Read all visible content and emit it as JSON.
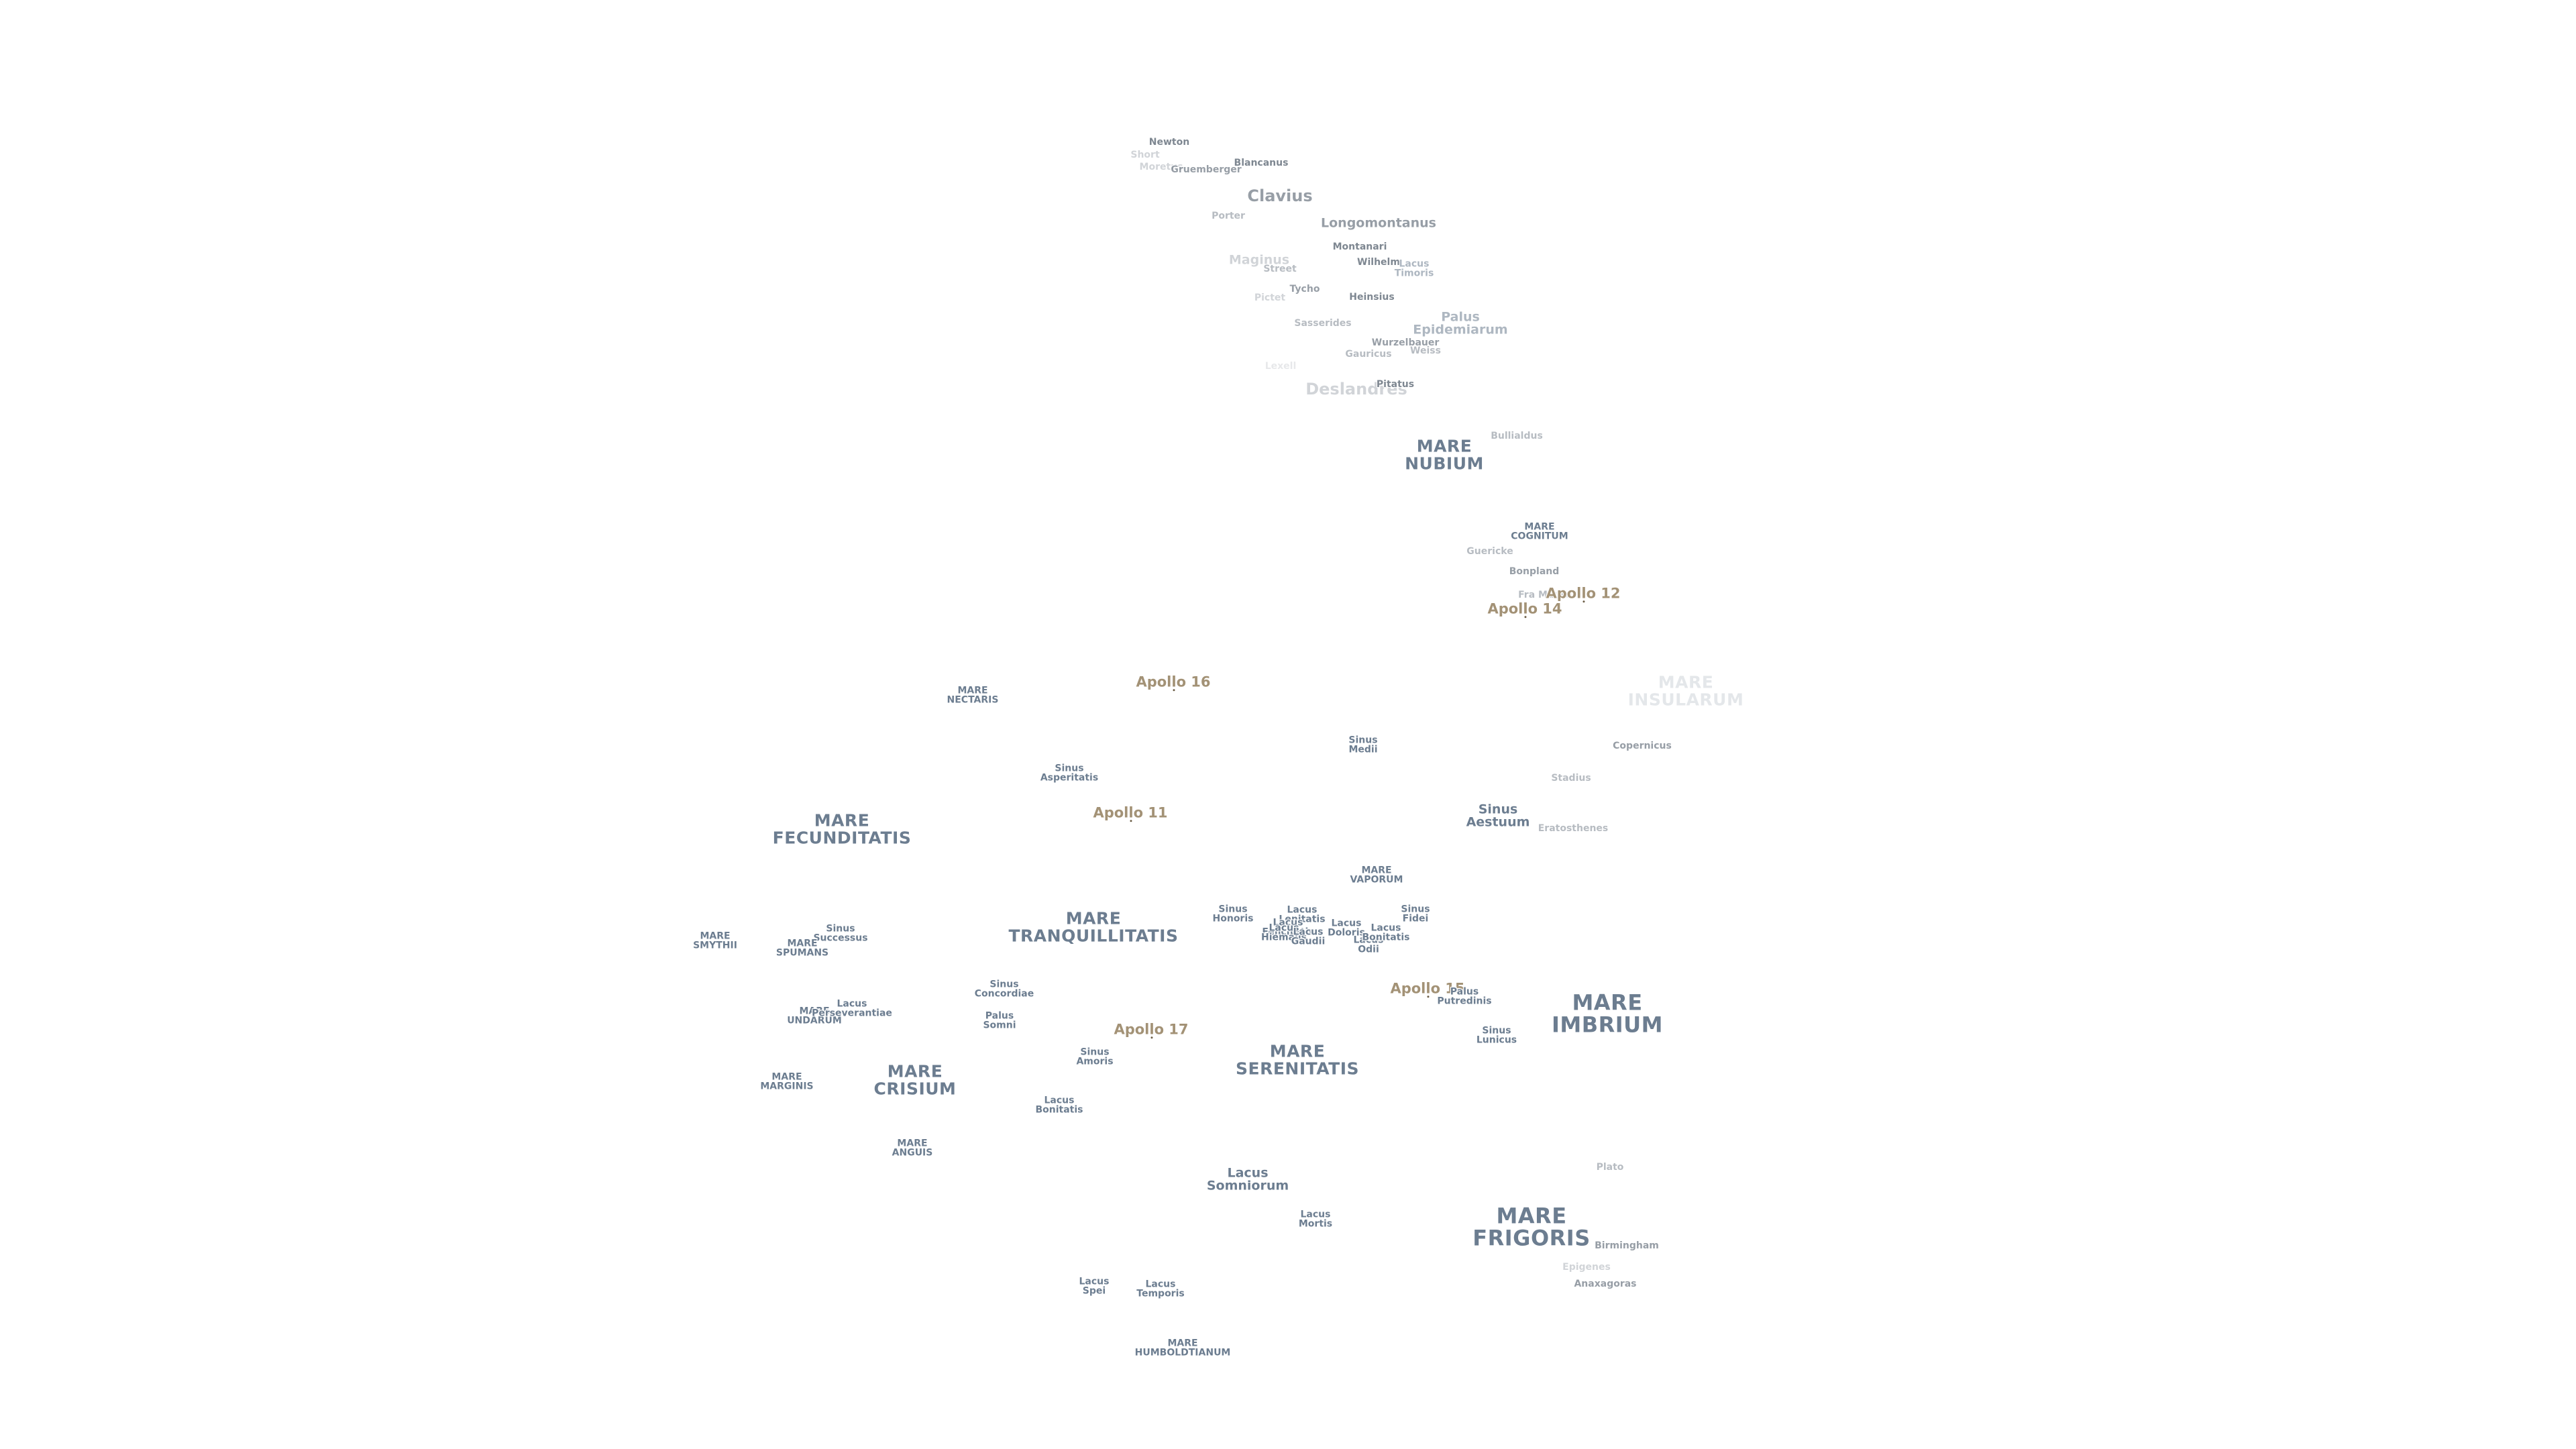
{
  "features": {
    "newton": "Newton",
    "short": "Short",
    "moretus": "Moretus",
    "gruemberger": "Gruemberger",
    "blancanus": "Blancanus",
    "clavius": "Clavius",
    "porter": "Porter",
    "longomontanus": "Longomontanus",
    "montanari": "Montanari",
    "wilhelm": "Wilhelm",
    "lacus_timoris": "Lacus\nTimoris",
    "maginus": "Maginus",
    "street": "Street",
    "tycho": "Tycho",
    "pictet": "Pictet",
    "heinsius": "Heinsius",
    "palus_epidemiarum": "Palus\nEpidemiarum",
    "sasserides": "Sasserides",
    "wurzelbauer": "Wurzelbauer",
    "weiss": "Weiss",
    "gauricus": "Gauricus",
    "lexell": "Lexell",
    "deslandres": "Deslandres",
    "pitatus": "Pitatus",
    "bullialdus": "Bullialdus",
    "mare_nubium": "MARE\nNUBIUM",
    "mare_cognitum": "MARE\nCOGNITUM",
    "guericke": "Guericke",
    "bonpland": "Bonpland",
    "fra_mauro": "Fra Mauro",
    "mare_insularum": "MARE\nINSULARUM",
    "copernicus": "Copernicus",
    "stadius": "Stadius",
    "eratosthenes": "Eratosthenes",
    "sinus_aestuum": "Sinus\nAestuum",
    "sinus_medii": "Sinus\nMedii",
    "mare_nectaris": "MARE\nNECTARIS",
    "sinus_asperitatis": "Sinus\nAsperitatis",
    "mare_fecunditatis": "MARE\nFECUNDITATIS",
    "mare_vaporum": "MARE\nVAPORUM",
    "mare_smythii": "MARE\nSMYTHII",
    "sinus_successus": "Sinus\nSuccessus",
    "mare_spumans": "MARE\nSPUMANS",
    "mare_tranquillitatis": "MARE\nTRANQUILLITATIS",
    "sinus_honoris": "Sinus\nHonoris",
    "lacus_lenitatis": "Lacus\nLenitatis",
    "lacus_felicitatis": "Lacus\nFelicitatis",
    "lacus_hiemalis": "Lacus\nHiemalis",
    "lacus_gaudii": "Lacus\nGaudii",
    "lacus_doloris": "Lacus\nDoloris",
    "lacus_odii": "Lacus\nOdii",
    "lacus_bonitatis_2": "Lacus\nBonitatis",
    "sinus_fidei": "Sinus\nFidei",
    "mare_undarum": "MARE\nUNDARUM",
    "lacus_perseverantiae": "Lacus\nPerseverantiae",
    "sinus_concordiae": "Sinus\nConcordiae",
    "palus_somni": "Palus\nSomni",
    "palus_putredinis": "Palus\nPutredinis",
    "mare_imbrium": "MARE\nIMBRIUM",
    "sinus_lunicus": "Sinus\nLunicus",
    "mare_marginis": "MARE\nMARGINIS",
    "mare_crisium": "MARE\nCRISIUM",
    "sinus_amoris": "Sinus\nAmoris",
    "mare_serenitatis": "MARE\nSERENITATIS",
    "lacus_bonitatis": "Lacus\nBonitatis",
    "mare_anguis": "MARE\nANGUIS",
    "lacus_somniorum": "Lacus\nSomniorum",
    "lacus_mortis": "Lacus\nMortis",
    "mare_frigoris": "MARE\nFRIGORIS",
    "plato": "Plato",
    "birmingham": "Birmingham",
    "epigenes": "Epigenes",
    "anaxagoras": "Anaxagoras",
    "lacus_spei": "Lacus\nSpei",
    "lacus_temporis": "Lacus\nTemporis",
    "mare_humboldtianum": "MARE\nHUMBOLDTIANUM"
  },
  "apollo": {
    "a12": "Apollo 12",
    "a14": "Apollo 14",
    "a16": "Apollo 16",
    "a11": "Apollo 11",
    "a17": "Apollo 17",
    "a15": "Apollo 15"
  }
}
